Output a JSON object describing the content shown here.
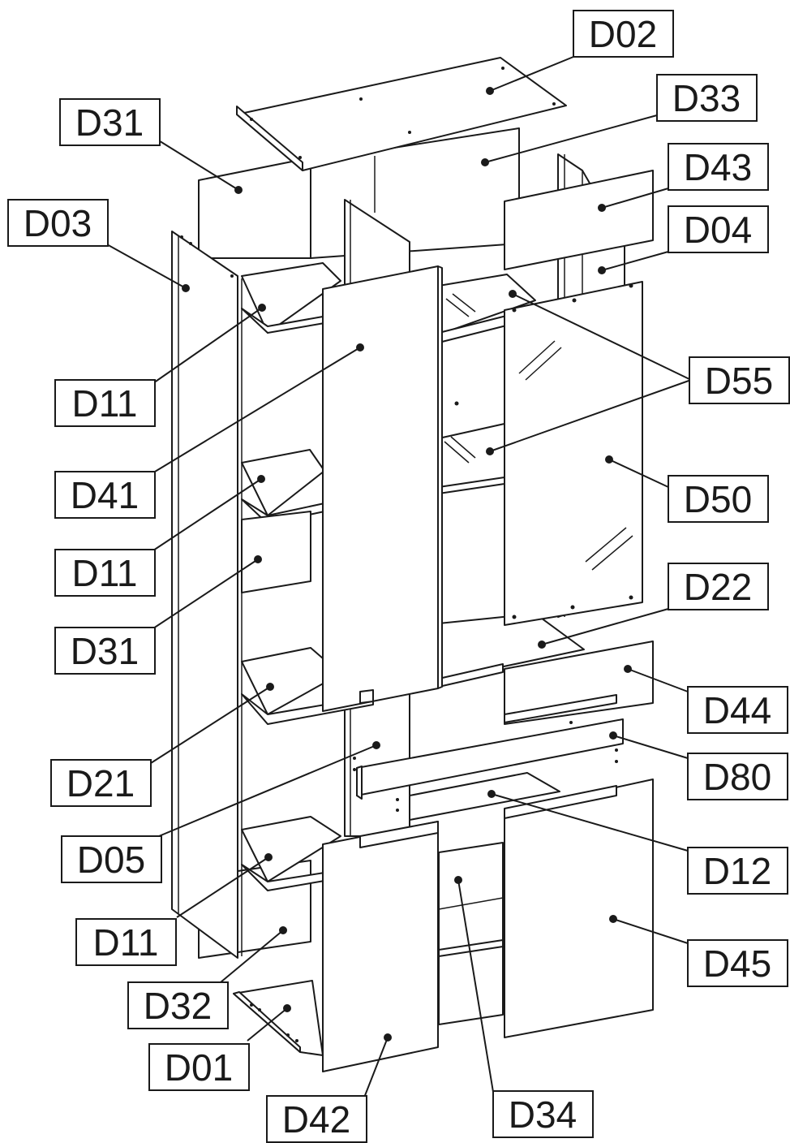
{
  "labels": {
    "d02": "D02",
    "d33": "D33",
    "d31_top": "D31",
    "d43": "D43",
    "d03": "D03",
    "d04": "D04",
    "d55": "D55",
    "d11_a": "D11",
    "d41": "D41",
    "d50": "D50",
    "d11_b": "D11",
    "d22": "D22",
    "d31_mid": "D31",
    "d44": "D44",
    "d21": "D21",
    "d80": "D80",
    "d05": "D05",
    "d12": "D12",
    "d11_c": "D11",
    "d45": "D45",
    "d32": "D32",
    "d01": "D01",
    "d42": "D42",
    "d34": "D34"
  }
}
